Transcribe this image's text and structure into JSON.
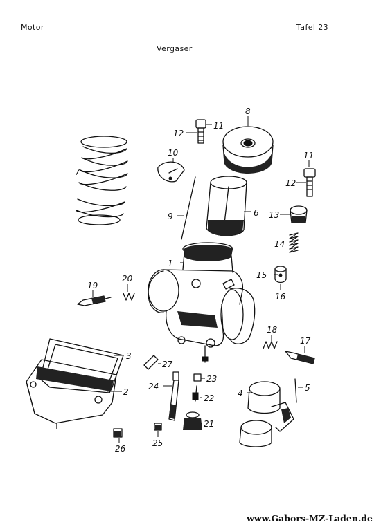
{
  "header": {
    "left": "Motor",
    "right": "Tafel 23",
    "title": "Vergaser"
  },
  "footer": {
    "url": "www.Gabors-MZ-Laden.de"
  },
  "callouts": [
    {
      "id": "c1",
      "label": "1"
    },
    {
      "id": "c2",
      "label": "2"
    },
    {
      "id": "c3",
      "label": "3"
    },
    {
      "id": "c4",
      "label": "4"
    },
    {
      "id": "c5",
      "label": "5"
    },
    {
      "id": "c6",
      "label": "6"
    },
    {
      "id": "c7",
      "label": "7"
    },
    {
      "id": "c8",
      "label": "8"
    },
    {
      "id": "c9",
      "label": "9"
    },
    {
      "id": "c10",
      "label": "10"
    },
    {
      "id": "c11a",
      "label": "11"
    },
    {
      "id": "c11b",
      "label": "11"
    },
    {
      "id": "c12a",
      "label": "12"
    },
    {
      "id": "c12b",
      "label": "12"
    },
    {
      "id": "c13",
      "label": "13"
    },
    {
      "id": "c14",
      "label": "14"
    },
    {
      "id": "c15",
      "label": "15"
    },
    {
      "id": "c16",
      "label": "16"
    },
    {
      "id": "c17",
      "label": "17"
    },
    {
      "id": "c18",
      "label": "18"
    },
    {
      "id": "c19",
      "label": "19"
    },
    {
      "id": "c20",
      "label": "20"
    },
    {
      "id": "c21",
      "label": "21"
    },
    {
      "id": "c22",
      "label": "22"
    },
    {
      "id": "c23",
      "label": "23"
    },
    {
      "id": "c24",
      "label": "24"
    },
    {
      "id": "c25",
      "label": "25"
    },
    {
      "id": "c26",
      "label": "26"
    },
    {
      "id": "c27",
      "label": "27"
    }
  ]
}
